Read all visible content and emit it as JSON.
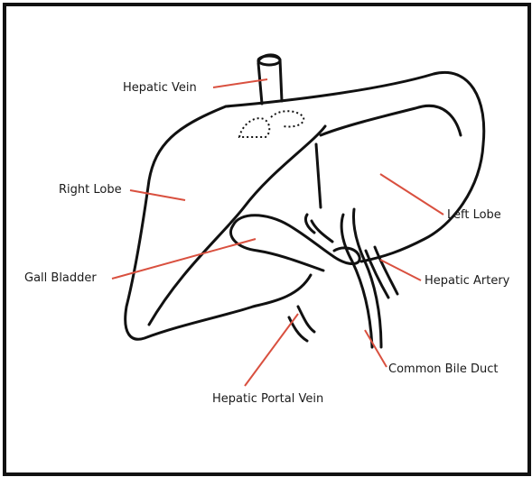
{
  "labels": {
    "hepatic_vein": "Hepatic Vein",
    "right_lobe": "Right Lobe",
    "left_lobe": "Left Lobe",
    "gall_bladder": "Gall Bladder",
    "hepatic_artery": "Hepatic Artery",
    "common_bile_duct": "Common Bile Duct",
    "hepatic_portal_vein": "Hepatic Portal Vein"
  },
  "colors": {
    "outline": "#111111",
    "leader_line": "#d9503f",
    "border": "#111111"
  }
}
